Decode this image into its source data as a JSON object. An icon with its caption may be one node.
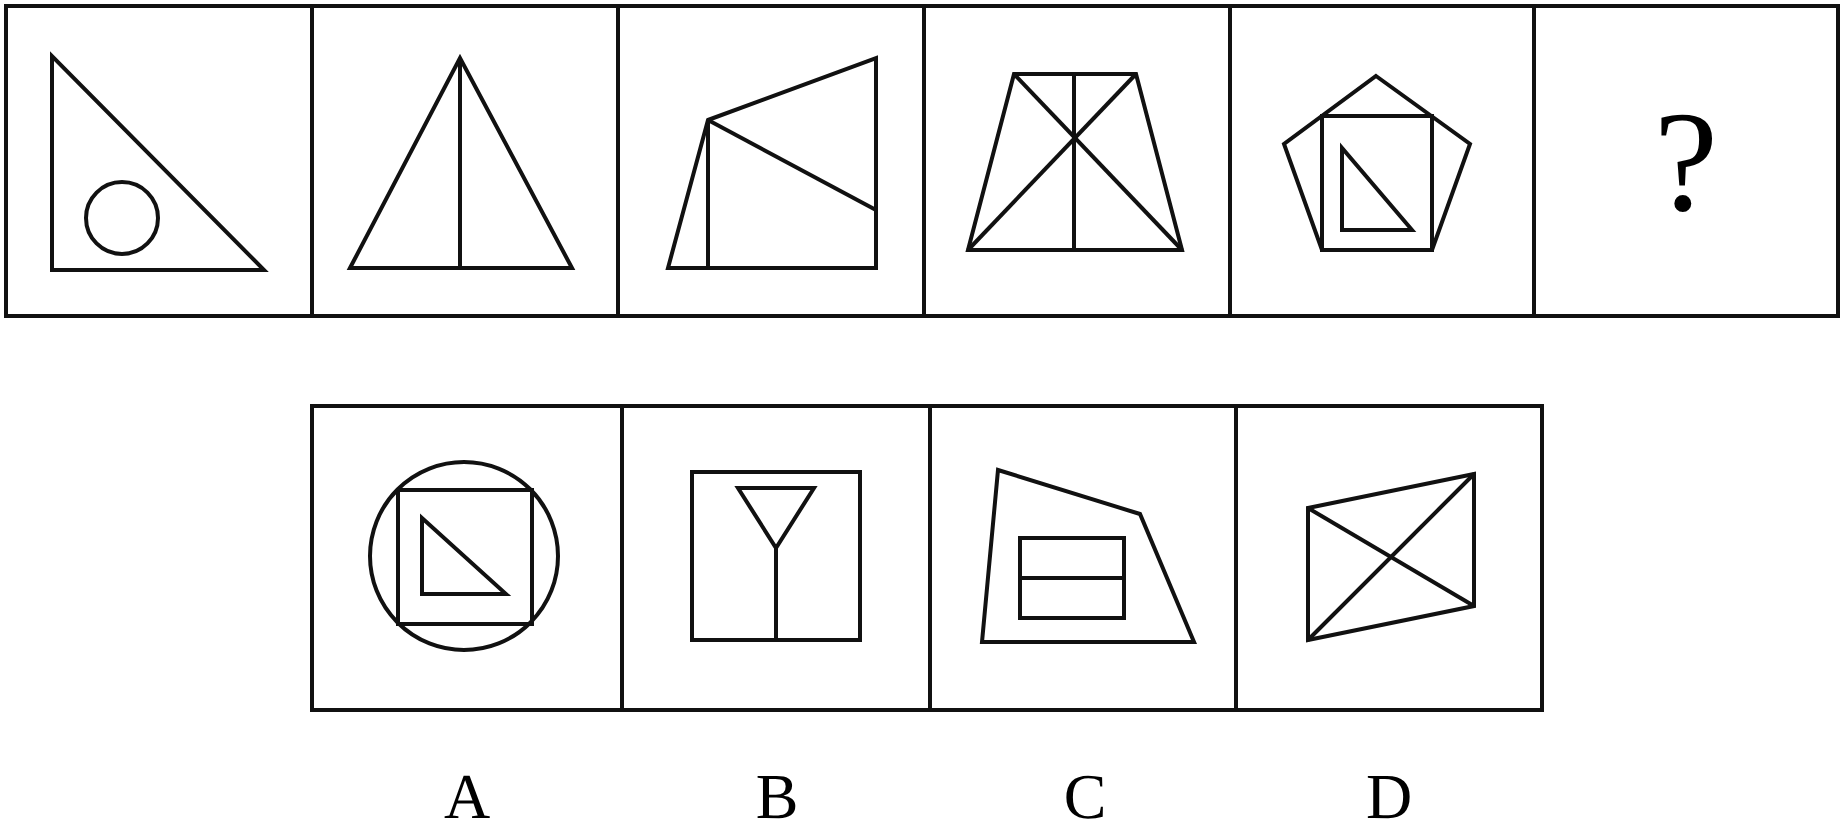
{
  "diagram": {
    "nodes": [
      {
        "text": [],
        "shape": "box"
      },
      {
        "text": [],
        "shape": "box"
      },
      {
        "text": [],
        "shape": "box"
      },
      {
        "text": [],
        "shape": "box"
      },
      {
        "text": [],
        "shape": "box"
      },
      {
        "text": [
          "?"
        ]
      },
      {
        "text": [],
        "shape": "box",
        "beside": [
          "A"
        ]
      },
      {
        "text": [],
        "shape": "box",
        "beside": [
          "B"
        ]
      },
      {
        "text": [],
        "shape": "box",
        "beside": [
          "C"
        ]
      },
      {
        "text": [],
        "shape": "box",
        "beside": [
          "D"
        ]
      }
    ]
  }
}
